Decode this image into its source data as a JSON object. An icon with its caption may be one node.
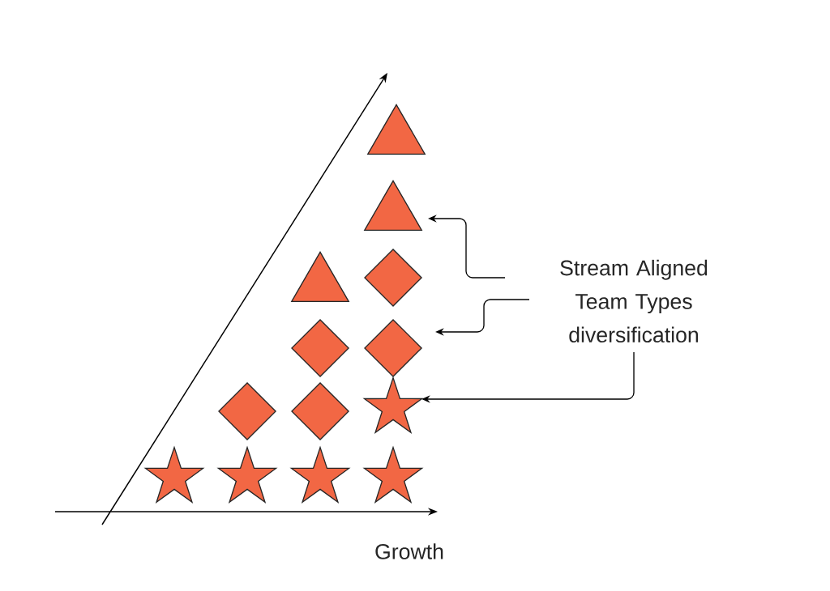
{
  "diagram": {
    "nodes": [
      {
        "text": [],
        "shape": "triangle"
      },
      {
        "text": [],
        "shape": "triangle"
      },
      {
        "text": [],
        "shape": "triangle"
      },
      {
        "text": [],
        "shape": "diamond"
      },
      {
        "text": [],
        "shape": "diamond"
      },
      {
        "text": [],
        "shape": "diamond"
      },
      {
        "text": [],
        "shape": "diamond"
      },
      {
        "text": [],
        "shape": "diamond"
      },
      {
        "text": [],
        "shape": "star"
      },
      {
        "text": [],
        "shape": "star"
      },
      {
        "text": [],
        "shape": "star"
      },
      {
        "text": [],
        "shape": "star"
      },
      {
        "text": [],
        "shape": "star"
      },
      {
        "text": [
          "Stream Aligned Team Types diversification"
        ]
      }
    ],
    "edges": [
      {
        "from": 13,
        "to": 1,
        "arrow": "to"
      },
      {
        "from": 13,
        "to": 5,
        "arrow": "to"
      },
      {
        "from": 13,
        "to": 8,
        "arrow": "to"
      }
    ],
    "labels": [
      "Growth"
    ]
  }
}
